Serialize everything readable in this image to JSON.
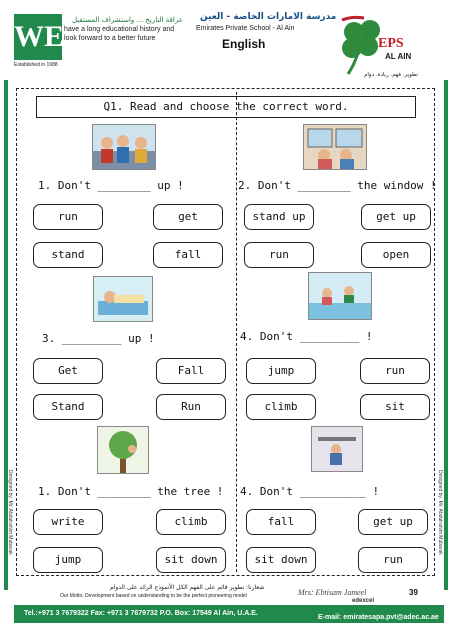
{
  "header": {
    "we_logo": "WE",
    "established": "Established in 1988",
    "tagline_ar": "عراقة التاريخ ... واستشراف المستقبل",
    "tagline_en": "have a long educational history and look forward to a better future",
    "school_name_ar": "مدرسة الامارات الخاصة - العين",
    "school_name_en": "Emirates Private School - Al Ain",
    "subject": "English",
    "eps_logo": "EPS",
    "eps_sub": "AL AIN",
    "eps_motto_ar": "تطوير. فهم. ريادة. دوام"
  },
  "question": {
    "title": "Q1. Read and choose the correct word."
  },
  "items": [
    {
      "sentence": "1. Don't ________ up !",
      "options": [
        "run",
        "get",
        "stand",
        "fall"
      ],
      "pic": "people-on-bus-picture"
    },
    {
      "sentence": "2. Don't ________ the window !",
      "options": [
        "stand up",
        "get up",
        "run",
        "open"
      ],
      "pic": "bus-window-picture"
    },
    {
      "sentence": "3. _________ up !",
      "options": [
        "Get",
        "Fall",
        "Stand",
        "Run"
      ],
      "pic": "boy-in-bed-picture"
    },
    {
      "sentence": "4. Don't _________ !",
      "options": [
        "jump",
        "run",
        "climb",
        "sit"
      ],
      "pic": "children-by-pool-picture"
    },
    {
      "sentence": "1. Don't ________ the tree !",
      "options": [
        "write",
        "climb",
        "jump",
        "sit down"
      ],
      "pic": "tree-climbing-picture"
    },
    {
      "sentence": "4. Don't __________ !",
      "options": [
        "fall",
        "get up",
        "sit down",
        "run"
      ],
      "pic": "child-falling-picture"
    }
  ],
  "footer": {
    "motto_ar": "شعارنا: تطوير قائم على الفهم الكل الأنموذج الرائد على الدوام",
    "motto_en": "Our Motto: Development based on understanding to be the perfect pioneering model",
    "teacher": "Mrs: Ebtisam Jameel",
    "page_number": "39",
    "partner": "edexcel",
    "contact": "Tel.:+971 3 7679322 Fax: +971 3 7679732 P.O. Box: 17549 Al Ain, U.A.E.",
    "email": "E-mail: emiratesapa.pvt@adec.ac.ae",
    "side_left": "Designed by: Mr. Abdulrahim Mubarak",
    "side_right": "Designed by: Mr. Abdulrahim Mubarak"
  },
  "colors": {
    "brand_green": "#1f8a4c",
    "eps_red": "#c0202a"
  }
}
